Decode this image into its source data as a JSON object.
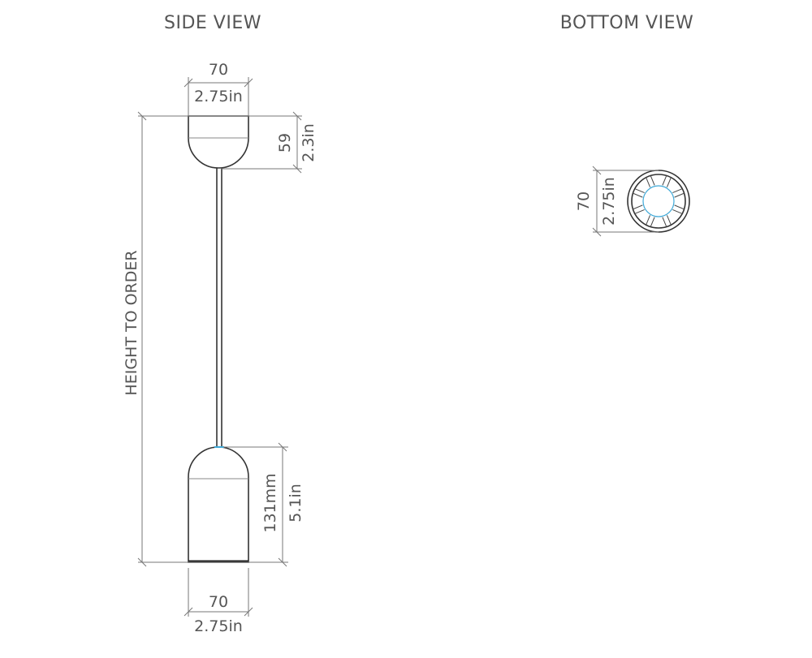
{
  "titles": {
    "side": "SIDE VIEW",
    "bottom": "BOTTOM VIEW"
  },
  "side_view": {
    "canopy_width_mm": "70",
    "canopy_width_in": "2.75in",
    "canopy_height_mm": "59",
    "canopy_height_in": "2.3in",
    "overall_height": "HEIGHT  TO  ORDER",
    "shade_height_mm": "131mm",
    "shade_height_in": "5.1in",
    "shade_width_mm": "70",
    "shade_width_in": "2.75in"
  },
  "bottom_view": {
    "diameter_mm": "70",
    "diameter_in": "2.75in"
  },
  "colors": {
    "line": "#333333",
    "dimension": "#777777",
    "accent": "#3fa9d8"
  }
}
